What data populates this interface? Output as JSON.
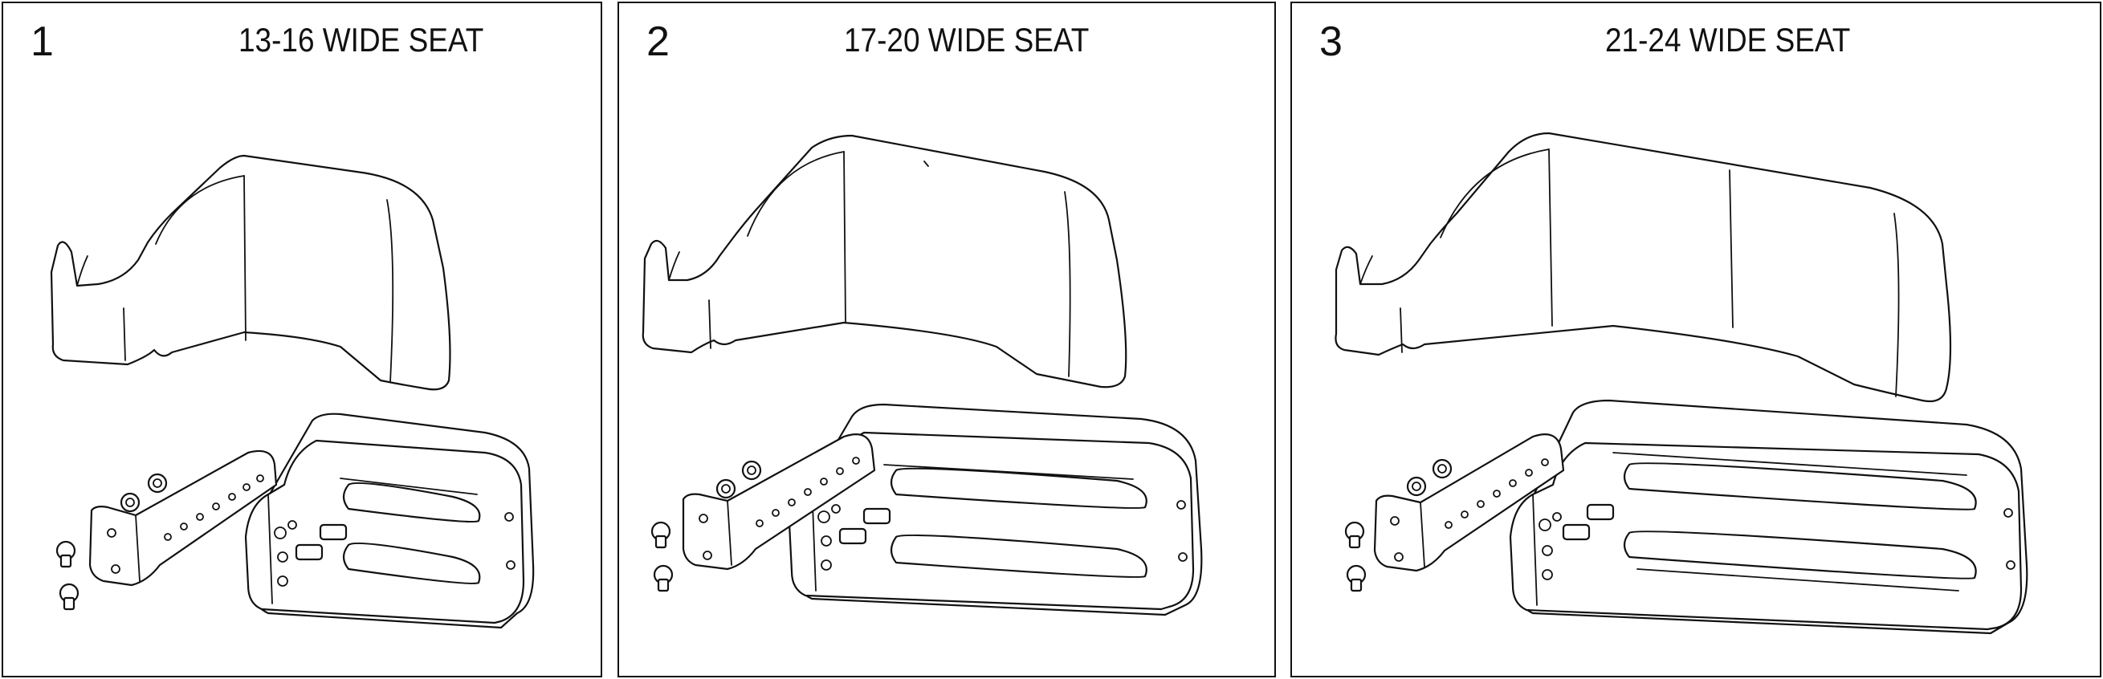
{
  "panels": [
    {
      "number": "1",
      "title": "13-16 WIDE SEAT"
    },
    {
      "number": "2",
      "title": "17-20 WIDE SEAT"
    },
    {
      "number": "3",
      "title": "21-24 WIDE SEAT"
    }
  ]
}
